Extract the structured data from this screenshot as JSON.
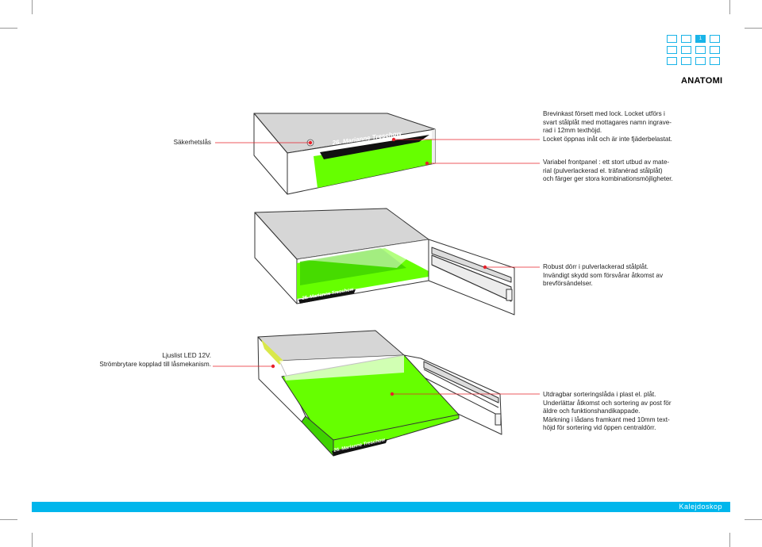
{
  "header": {
    "nav_active_label": "1",
    "section_title": "ANATOMI"
  },
  "product": {
    "name_plate": "26.  Marianne Treschow"
  },
  "callouts": {
    "lock": "Säkerhetslås",
    "lid": [
      "Brevinkast försett med lock. Locket utförs i",
      "svart stålplåt med mottagares namn ingrave-",
      "rad i 12mm texthöjd.",
      "Locket öppnas inåt och är inte fjäderbelastat."
    ],
    "front": [
      "Variabel frontpanel : ett stort utbud av mate-",
      "rial (pulverlackerad el. träfanérad stålplåt)",
      "och färger ger stora kombinationsmöjligheter."
    ],
    "door": [
      "Robust dörr i pulverlackerad stålplåt.",
      "Invändigt skydd som försvårar åtkomst av",
      "brevförsändelser."
    ],
    "led": [
      "Ljuslist LED 12V.",
      "Strömbrytare kopplad till låsmekanism."
    ],
    "tray": [
      "Utdragbar sorteringslåda i plast el. plåt.",
      "Underlättar åtkomst och sortering av post för",
      "äldre och funktionshandikappade.",
      "Märkning i lådans framkant med 10mm text-",
      "höjd för sortering vid öppen centraldörr."
    ]
  },
  "footer": {
    "brand": "Kalejdoskop"
  },
  "colors": {
    "accent": "#00b6ec",
    "green": "#66ff00",
    "callout_line": "#e8202a",
    "plate": "#111111"
  }
}
